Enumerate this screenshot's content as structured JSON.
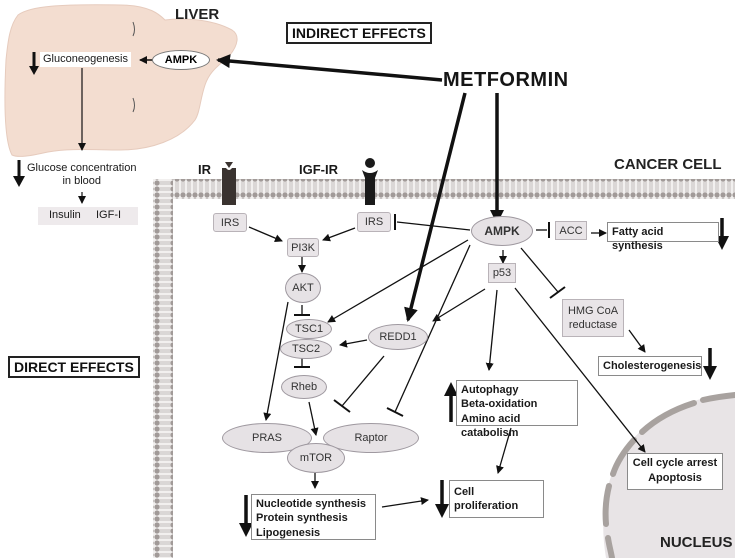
{
  "liver": {
    "title": "LIVER",
    "ampk": "AMPK",
    "gluconeogenesis": "Gluconeogenesis",
    "glucose_line1": "Glucose concentration",
    "glucose_line2": "in blood",
    "insulin": "Insulin",
    "igf": "IGF-I"
  },
  "labels": {
    "indirect_effects": "INDIRECT EFFECTS",
    "direct_effects": "DIRECT EFFECTS",
    "metformin": "METFORMIN",
    "cancer_cell": "CANCER CELL",
    "nucleus": "NUCLEUS"
  },
  "receptors": {
    "ir": "IR",
    "igf_ir": "IGF-IR"
  },
  "nodes": {
    "irs_left": "IRS",
    "irs_right": "IRS",
    "pi3k": "PI3K",
    "akt": "AKT",
    "tsc1": "TSC1",
    "tsc2": "TSC2",
    "rheb": "Rheb",
    "redd1": "REDD1",
    "pras": "PRAS",
    "raptor": "Raptor",
    "mtor": "mTOR",
    "ampk": "AMPK",
    "acc": "ACC",
    "p53": "p53",
    "hmg_line1": "HMG CoA",
    "hmg_line2": "reductase"
  },
  "outcomes": {
    "fatty_acid": "Fatty acid synthesis",
    "cholesterogenesis": "Cholesterogenesis",
    "autophagy": [
      "Autophagy",
      "Beta-oxidation",
      "Amino acid catabolism"
    ],
    "synthesis": [
      "Nucleotide synthesis",
      "Protein synthesis",
      "Lipogenesis"
    ],
    "cell_proliferation": "Cell proliferation",
    "cell_cycle": [
      "Cell cycle arrest",
      "Apoptosis"
    ]
  },
  "colors": {
    "liver_fill": "#f3ddd0",
    "node_fill": "#e9e5e8",
    "membrane": "#a19a98",
    "nucleus_fill": "#e8e4e6",
    "nucleus_border": "#a8a29f",
    "receptor": "#3a3330"
  }
}
